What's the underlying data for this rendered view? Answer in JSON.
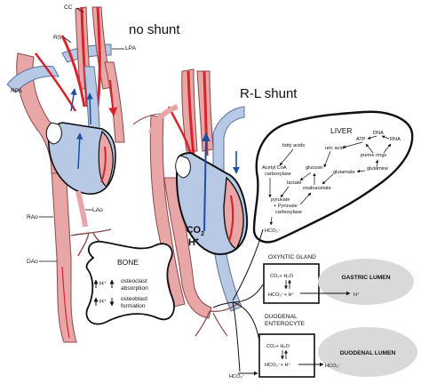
{
  "headings": {
    "no_shunt": "no shunt",
    "rl_shunt": "R-L shunt"
  },
  "vessels": {
    "cc": "CC",
    "rs": "RS",
    "lpa": "LPA",
    "rpa": "RPA",
    "lao": "LAo",
    "rao": "RAo",
    "dao": "DAo"
  },
  "heart": {
    "co2": "CO",
    "co2_sub": "2",
    "h": "H",
    "h_sup": "+"
  },
  "bone": {
    "title": "BONE",
    "row1_ion": "H⁺",
    "row1_text1": "osteoclast",
    "row1_text2": "absorption",
    "row2_ion": "H⁺",
    "row2_text1": "osteoblast",
    "row2_text2": "formation"
  },
  "liver": {
    "title": "LIVER",
    "metabolites": {
      "fatty_acids": "fatty acids",
      "uric_acid": "uric acid",
      "atp": "ATP",
      "dna": "DNA",
      "rna": "RNA",
      "purine_rings": "purine rings",
      "glucose": "glucose",
      "glutamate": "glutamate",
      "glutamine": "glutamine",
      "acetyl1": "Acetyl CoA",
      "acetyl2": "carboxylase",
      "lactate": "lactate",
      "oxaloacetate": "oxaloacetate",
      "pyruvate": "pyruvate",
      "pyr_carb1": "+ Pyruvate",
      "pyr_carb2": "carboxylase",
      "hco3": "HCO₃⁻"
    }
  },
  "oxyntic": {
    "title": "OXYNTIC GLAND",
    "reaction1": "CO₂+ H₂O",
    "reaction2": "HCO₃⁻+ H⁺",
    "lumen": "GASTRIC LUMEN",
    "product": "H⁺"
  },
  "duodenal": {
    "title1": "DUODENAL",
    "title2": "ENTEROCYTE",
    "reaction1": "CO₂+ H₂O",
    "reaction2": "HCO₃⁻+ H⁺",
    "lumen": "DUODENAL LUMEN",
    "product": "HCO₃⁻"
  },
  "blood_hco3": "HCO₃⁻",
  "colors": {
    "artery_pink": "#e8a7a6",
    "artery_red": "#d8232a",
    "venous_blue": "#b8c9e6",
    "venous_dark": "#1f4fa3",
    "lumen_grey": "#d9d9d9"
  }
}
